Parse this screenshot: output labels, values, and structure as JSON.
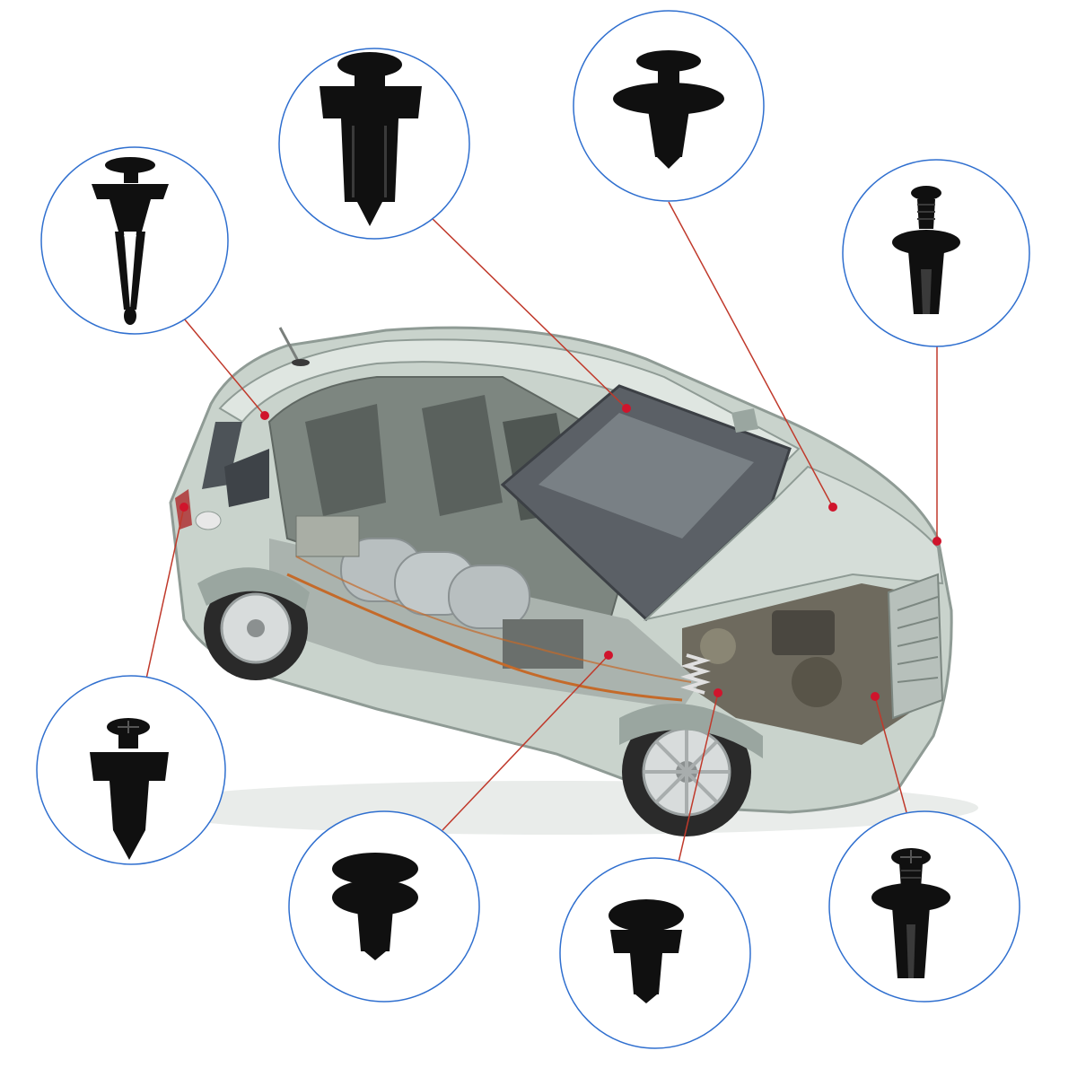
{
  "colors": {
    "background": "#ffffff",
    "circle_stroke": "#2f6fcf",
    "leader_line": "#c0392b",
    "anchor_dot": "#d0142c",
    "clip_fill": "#101010",
    "clip_highlight": "#3a3a3a",
    "car_body": "#c9d3cc",
    "car_body_dark": "#9aa6a0",
    "glass": "#5b6066",
    "interior": "#7d8680",
    "engine": "#6e6a5e",
    "wiring": "#c46a2a",
    "tank": "#b8bfc0",
    "tire": "#2a2a2a",
    "rim": "#d8dcdc"
  },
  "clips": [
    {
      "id": "clip-1",
      "icon": "push-rivet-fork-icon",
      "style": "fork"
    },
    {
      "id": "clip-2",
      "icon": "push-rivet-pointed-icon",
      "style": "pointed"
    },
    {
      "id": "clip-3",
      "icon": "push-rivet-short-icon",
      "style": "short"
    },
    {
      "id": "clip-4",
      "icon": "screw-rivet-icon",
      "style": "screw"
    },
    {
      "id": "clip-5",
      "icon": "push-rivet-cross-icon",
      "style": "cross"
    },
    {
      "id": "clip-6",
      "icon": "push-rivet-wide-icon",
      "style": "wide"
    },
    {
      "id": "clip-7",
      "icon": "push-rivet-dome-icon",
      "style": "dome"
    },
    {
      "id": "clip-8",
      "icon": "screw-rivet-icon",
      "style": "screw"
    }
  ]
}
